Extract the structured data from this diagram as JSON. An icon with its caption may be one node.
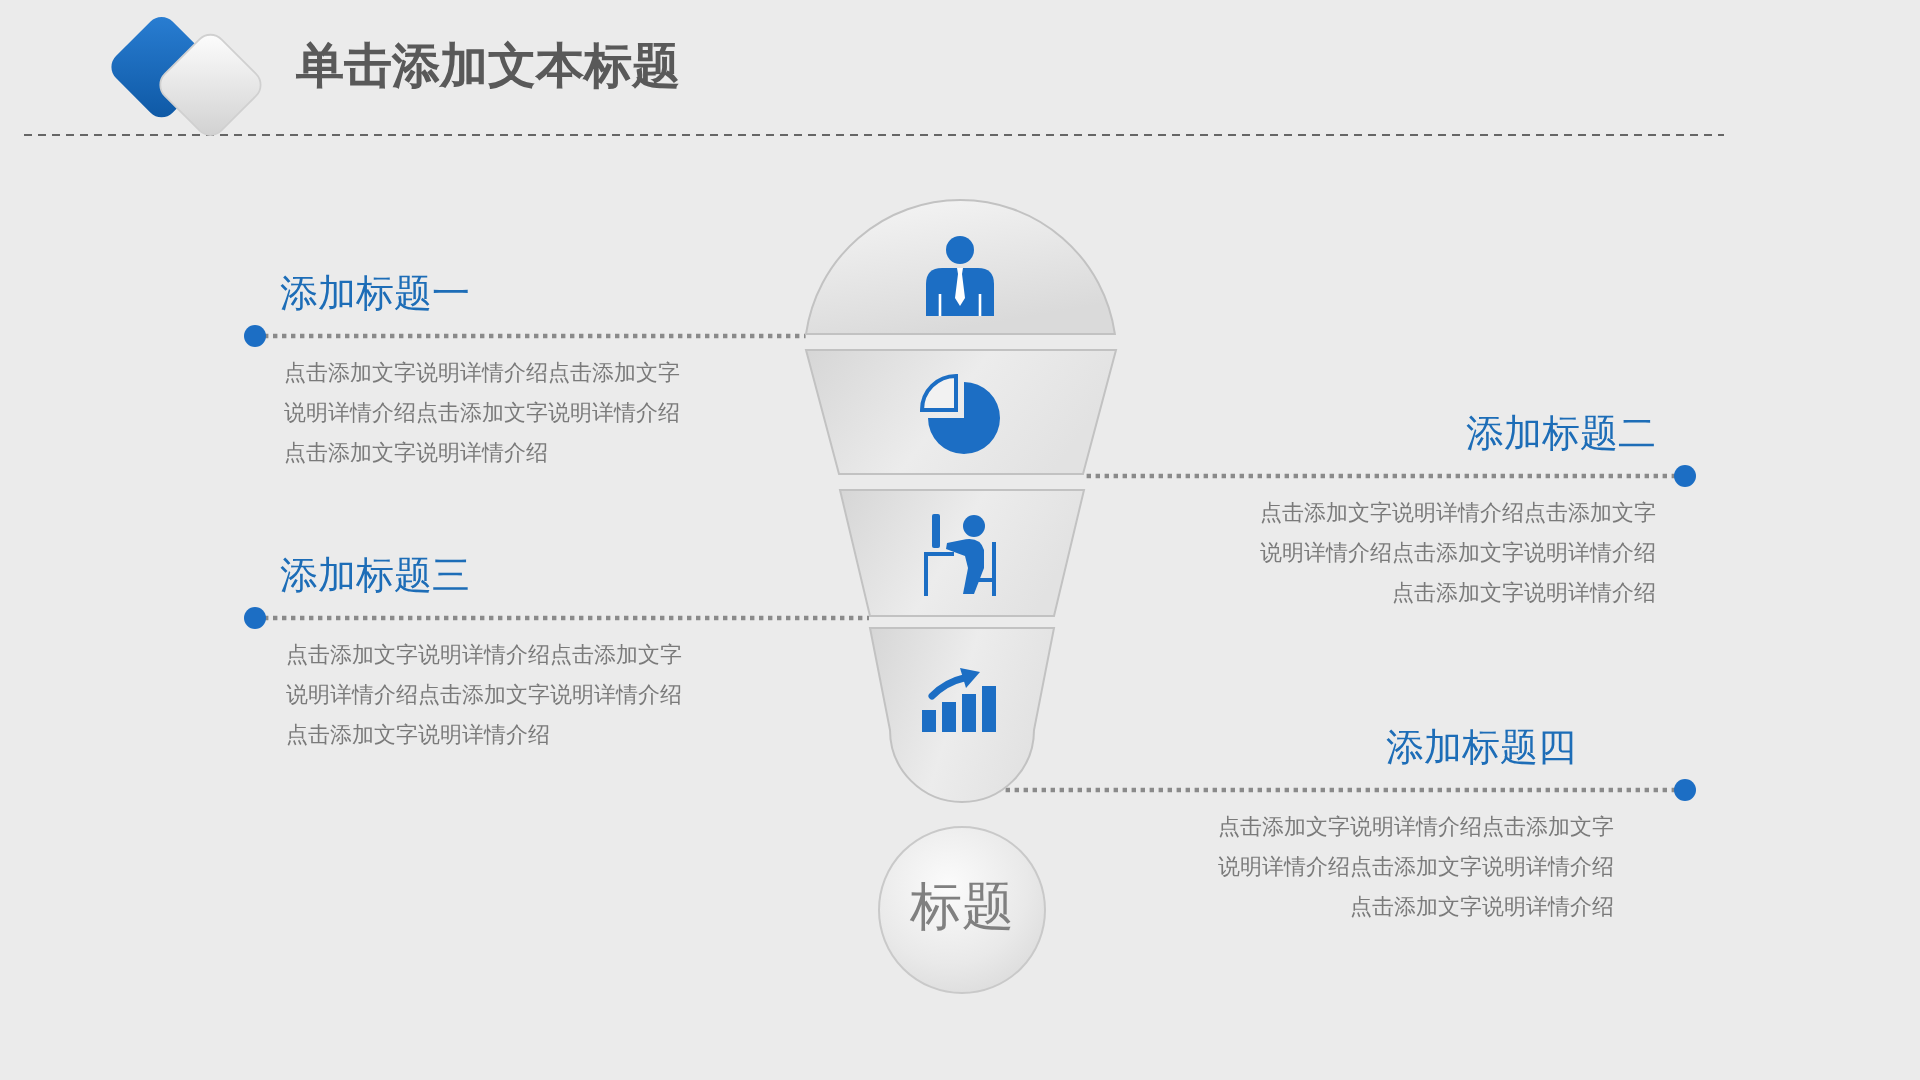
{
  "diagram": {
    "title": "单击添加文本标题",
    "nodes": [
      {
        "text": [],
        "shape": "semicircle"
      },
      {
        "text": [],
        "shape": "trapezoid"
      },
      {
        "text": [],
        "shape": "trapezoid"
      },
      {
        "text": [],
        "shape": "trapezoid"
      },
      {
        "text": [
          "标题"
        ]
      },
      {
        "text": [
          "添加标题一",
          "点击添加文字说明详情介绍点击添加文字说明详情介绍点击添加文字说明详情介绍点击添加文字说明详情介绍"
        ]
      },
      {
        "text": [
          "添加标题二",
          "点击添加文字说明详情介绍点击添加文字说明详情介绍点击添加文字说明详情介绍点击添加文字说明详情介绍"
        ]
      },
      {
        "text": [
          "添加标题三",
          "点击添加文字说明详情介绍点击添加文字说明详情介绍点击添加文字说明详情介绍点击添加文字说明详情介绍"
        ]
      },
      {
        "text": [
          "添加标题四",
          "点击添加文字说明详情介绍点击添加文字说明详情介绍点击添加文字说明详情介绍点击添加文字说明详情介绍"
        ]
      }
    ],
    "edges": [
      {
        "from": 5,
        "to": 0,
        "arrow": "other",
        "style": "dashed"
      },
      {
        "from": 6,
        "to": 1,
        "arrow": "other",
        "style": "dashed"
      },
      {
        "from": 7,
        "to": 2,
        "arrow": "other",
        "style": "dashed"
      },
      {
        "from": 8,
        "to": 3,
        "arrow": "other",
        "style": "dashed"
      }
    ]
  }
}
